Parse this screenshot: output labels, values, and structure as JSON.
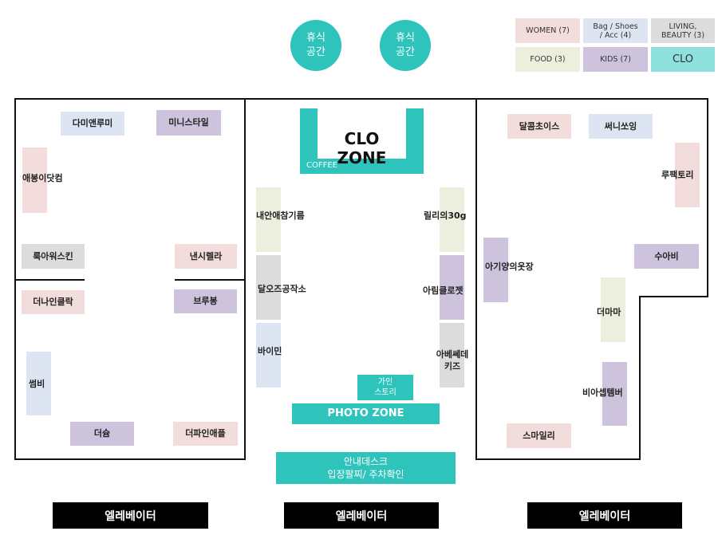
{
  "rest_areas": [
    {
      "line1": "휴식",
      "line2": "공간"
    },
    {
      "line1": "휴식",
      "line2": "공간"
    }
  ],
  "legend": {
    "women": "WOMEN (7)",
    "bag_line1": "Bag / Shoes",
    "bag_line2": "/ Acc (4)",
    "living_line1": "LIVING,",
    "living_line2": "BEAUTY (3)",
    "food": "FOOD (3)",
    "kids": "KIDS (7)",
    "clo": "CLO",
    "colors": {
      "women": "#f3dcdc",
      "bag": "#dde5f2",
      "living": "#dcdcdc",
      "food": "#ecefde",
      "kids": "#cdc3dd",
      "clo": "#8ee1dc"
    }
  },
  "clo_zone": {
    "title": "CLO ZONE",
    "sub": "COFFEE"
  },
  "left_shops": {
    "dami": "다미앤루미",
    "mini": "미니스타일",
    "aebong": "애봉이닷컴",
    "lookau": "룩아워스킨",
    "nancy": "낸시렐라",
    "theni": "더나인클락",
    "brubong": "브루봉",
    "sseombi": "썸비",
    "deoshyum": "더슘",
    "thepine": "더파인애플"
  },
  "center_shops": {
    "naean": "내안애참기름",
    "dalos": "달오즈공작소",
    "buymin": "바이민",
    "lilly": "릴리의30g",
    "arim": "아림클로젯",
    "abbe_1": "아베쎄데",
    "abbe_2": "키즈",
    "gain_1": "가인",
    "gain_2": "스토리"
  },
  "right_shops": {
    "dalcom": "달콤초이스",
    "ssuny": "써니쏘잉",
    "rupak": "루팩토리",
    "baby": "아기양의옷장",
    "suabi": "수아비",
    "themama": "더마마",
    "bia": "비아셉템버",
    "smile": "스마일리"
  },
  "photo_zone": "PHOTO ZONE",
  "info_desk": {
    "line1": "안내데스크",
    "line2": "입장팔찌/ 주차확인"
  },
  "elevators": [
    "엘레베이터",
    "엘레베이터",
    "엘레베이터"
  ]
}
